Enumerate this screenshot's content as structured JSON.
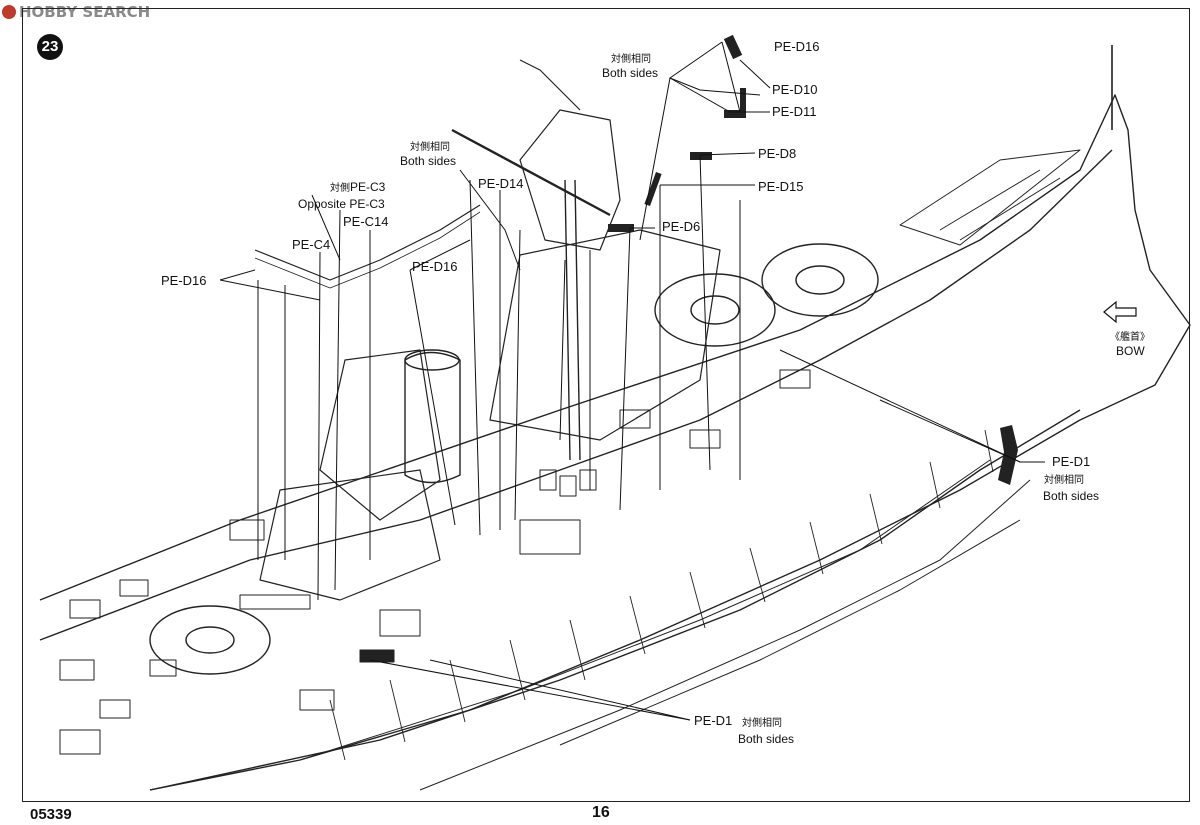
{
  "watermark": "HOBBY SEARCH",
  "step_number": "23",
  "product_code": "05339",
  "page_number": "16",
  "bow": {
    "cn": "《艦首》",
    "en": "BOW"
  },
  "callouts": {
    "pe_d16_top": "PE-D16",
    "both_sides_top_cn": "対側相同",
    "both_sides_top_en": "Both sides",
    "pe_d10": "PE-D10",
    "pe_d11": "PE-D11",
    "both_sides_mid_cn": "対側相同",
    "both_sides_mid_en": "Both sides",
    "pe_d8": "PE-D8",
    "pe_d14": "PE-D14",
    "pe_d15": "PE-D15",
    "opposite_cn": "対側",
    "pe_c3_a": "PE-C3",
    "opposite_en": "Opposite",
    "pe_c3_b": "PE-C3",
    "pe_c14": "PE-C14",
    "pe_d6": "PE-D6",
    "pe_c4": "PE-C4",
    "pe_d16_mid": "PE-D16",
    "pe_d16_left": "PE-D16",
    "pe_d1_right": "PE-D1",
    "both_sides_right_cn": "対側相同",
    "both_sides_right_en": "Both sides",
    "pe_d1_bottom": "PE-D1",
    "both_sides_bottom_cn": "対側相同",
    "both_sides_bottom_en": "Both sides"
  }
}
